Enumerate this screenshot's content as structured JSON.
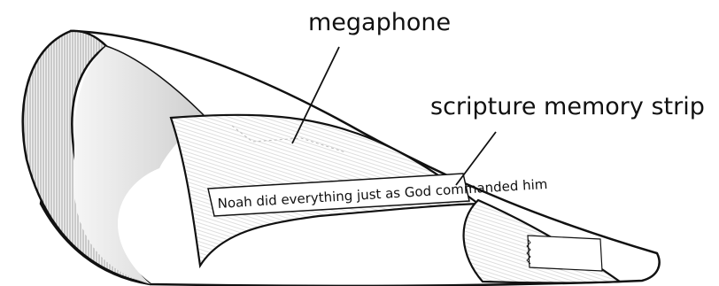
{
  "labels": {
    "megaphone": "megaphone",
    "strip": "scripture memory strip"
  },
  "strip_text": "Noah did everything just as God commanded him",
  "colors": {
    "outline": "#111111",
    "hatch": "#8e8e8e",
    "bell_fill": "#d6d6d6",
    "paper": "#ffffff"
  }
}
